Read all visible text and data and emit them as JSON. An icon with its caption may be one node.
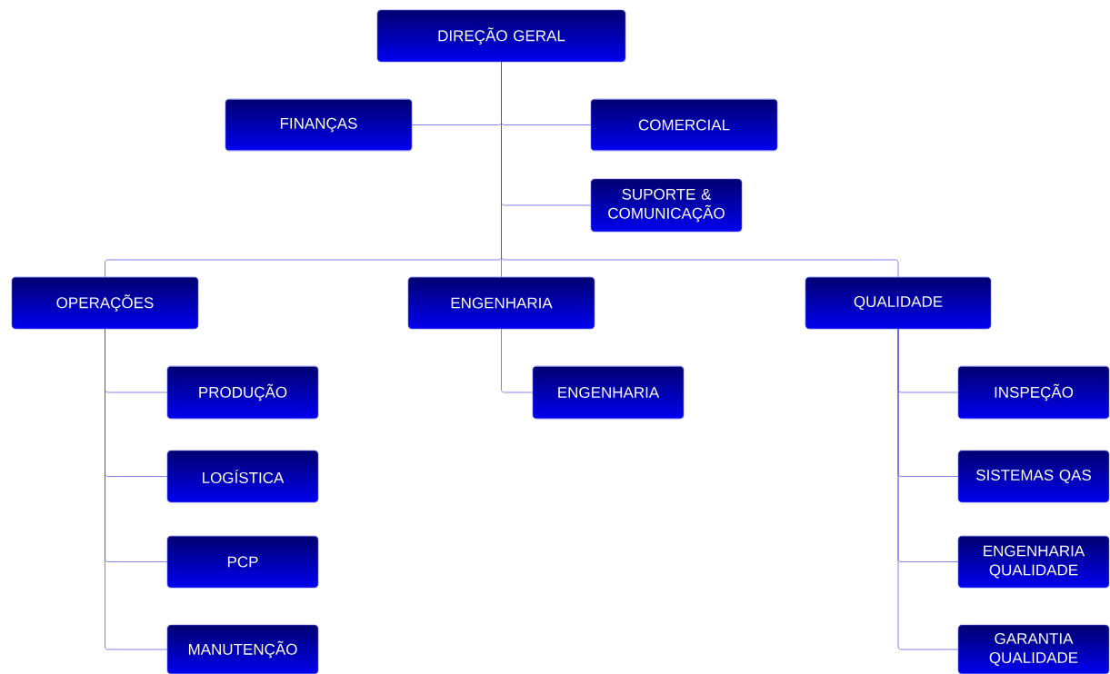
{
  "diagram": {
    "nodes": [
      {
        "text": [
          "DIREÇÃO GERAL"
        ]
      },
      {
        "text": [
          "FINANÇAS"
        ]
      },
      {
        "text": [
          "COMERCIAL"
        ]
      },
      {
        "text": [
          "SUPORTE & COMUNICAÇÃO"
        ]
      },
      {
        "text": [
          "OPERAÇÕES"
        ]
      },
      {
        "text": [
          "ENGENHARIA"
        ]
      },
      {
        "text": [
          "QUALIDADE"
        ]
      },
      {
        "text": [
          "PRODUÇÃO"
        ]
      },
      {
        "text": [
          "LOGÍSTICA"
        ]
      },
      {
        "text": [
          "PCP"
        ]
      },
      {
        "text": [
          "MANUTENÇÃO"
        ]
      },
      {
        "text": [
          "ENGENHARIA"
        ]
      },
      {
        "text": [
          "INSPEÇÃO"
        ]
      },
      {
        "text": [
          "SISTEMAS QAS"
        ]
      },
      {
        "text": [
          "ENGENHARIA QUALIDADE"
        ]
      },
      {
        "text": [
          "GARANTIA QUALIDADE"
        ]
      }
    ],
    "edges": [
      {
        "from": 0,
        "to": 1,
        "arrow": "none"
      },
      {
        "from": 0,
        "to": 2,
        "arrow": "none"
      },
      {
        "from": 0,
        "to": 3,
        "arrow": "none"
      },
      {
        "from": 0,
        "to": 4,
        "arrow": "none"
      },
      {
        "from": 0,
        "to": 5,
        "arrow": "none"
      },
      {
        "from": 0,
        "to": 6,
        "arrow": "none"
      },
      {
        "from": 4,
        "to": 7,
        "arrow": "none"
      },
      {
        "from": 4,
        "to": 8,
        "arrow": "none"
      },
      {
        "from": 4,
        "to": 9,
        "arrow": "none"
      },
      {
        "from": 4,
        "to": 10,
        "arrow": "none"
      },
      {
        "from": 5,
        "to": 11,
        "arrow": "none"
      },
      {
        "from": 6,
        "to": 12,
        "arrow": "none"
      },
      {
        "from": 6,
        "to": 13,
        "arrow": "none"
      },
      {
        "from": 6,
        "to": 14,
        "arrow": "none"
      },
      {
        "from": 6,
        "to": 15,
        "arrow": "none"
      }
    ]
  }
}
